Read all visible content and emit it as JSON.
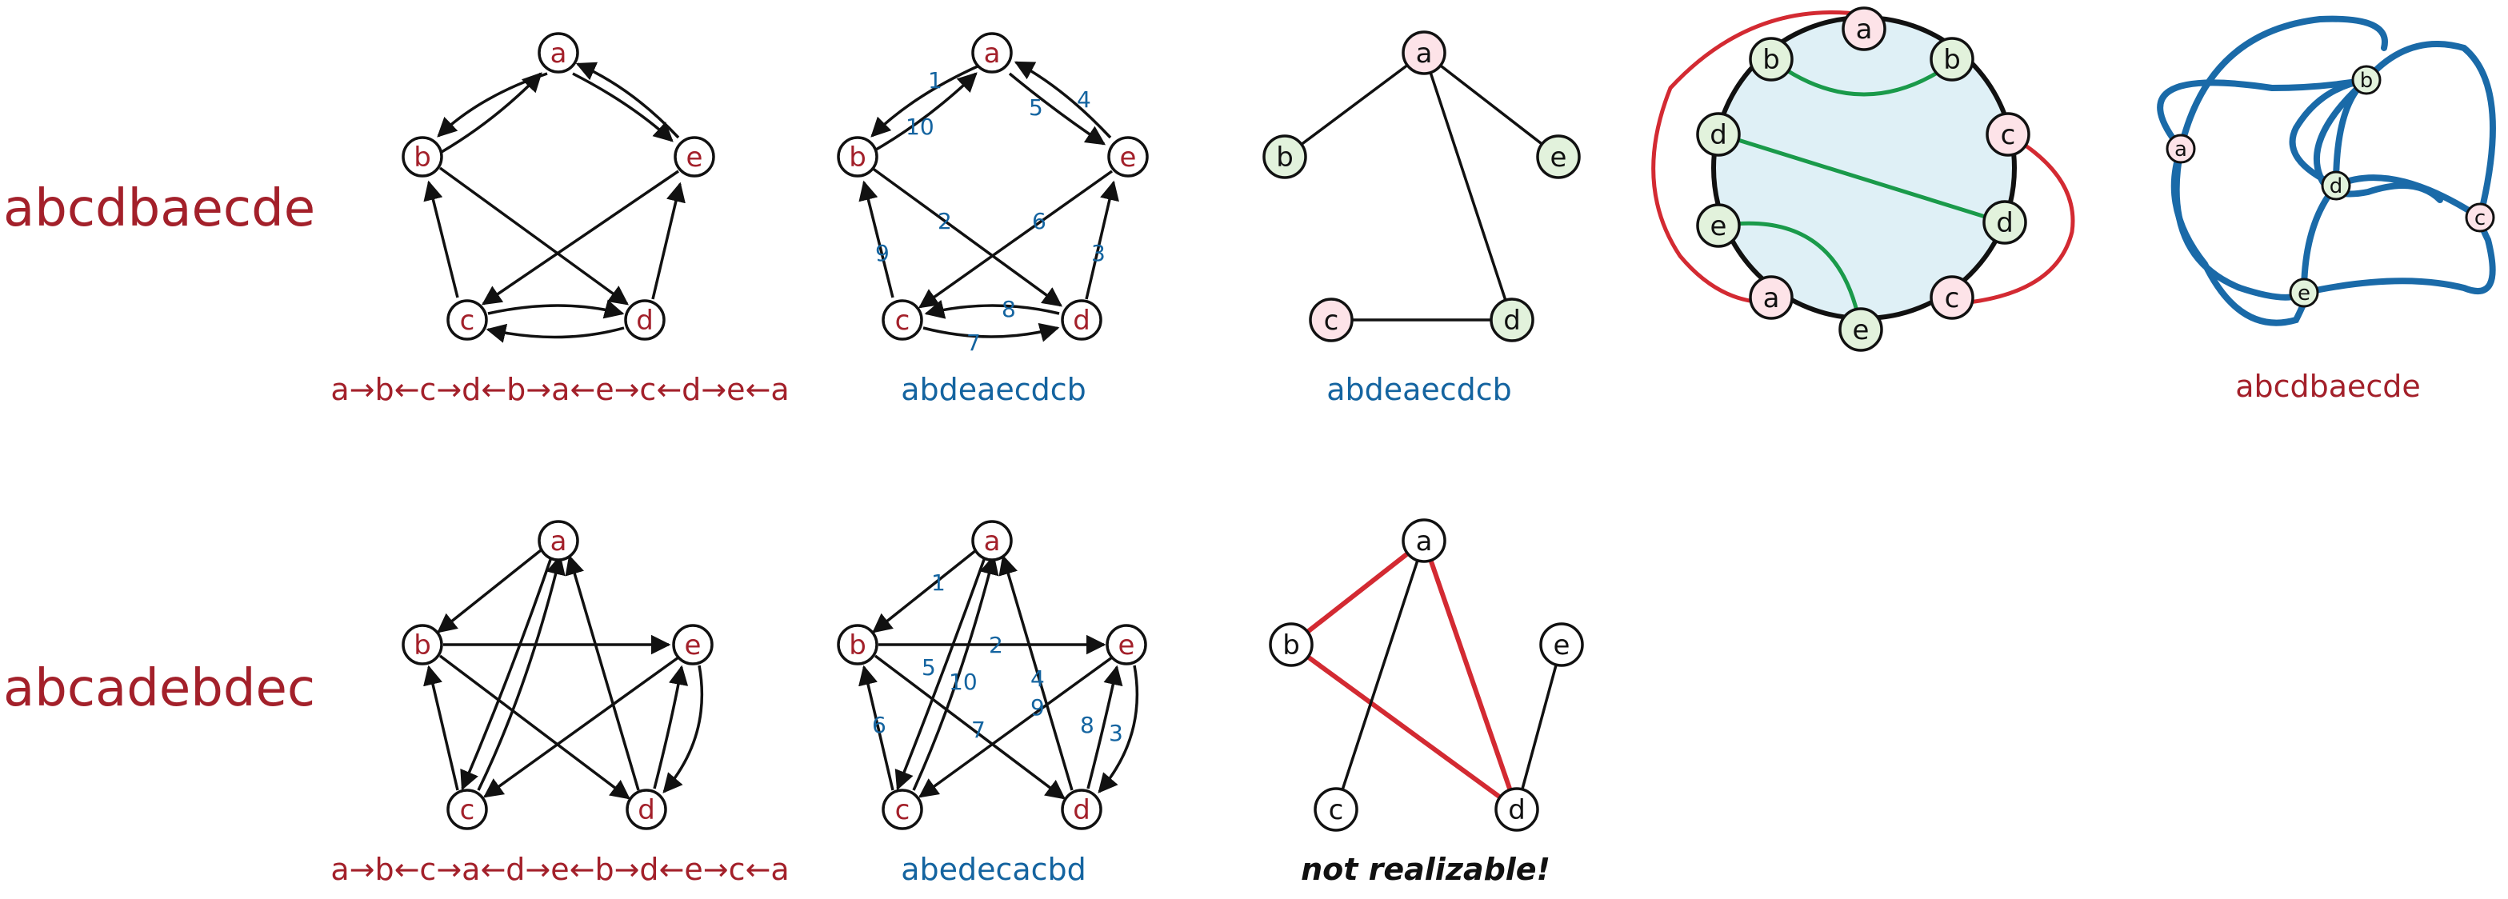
{
  "colors": {
    "red": "#a3202a",
    "blue": "#1464a0",
    "black": "#111111",
    "green": "#1a9a4a",
    "bright_red": "#d32a32",
    "node_pink": "#fde3e8",
    "node_green": "#e2f2dc",
    "disk_fill": "#dff0f6",
    "knot_blue": "#1a6aa8"
  },
  "row1": {
    "word": "abcdbaecde",
    "arrow_sequence": "a→b←c→d←b→a←e→c←d→e←a",
    "numbered_sequence": "abdeaecdcb",
    "tree_sequence": "abdeaecdcb",
    "knot_caption": "abcdbaecde"
  },
  "row2": {
    "word": "abcadebdec",
    "arrow_sequence": "a→b←c→a←d→e←b→d←e→c←a",
    "numbered_sequence": "abedecacbd",
    "caption": "not realizable!"
  },
  "graph1": {
    "nodes": {
      "a": "a",
      "b": "b",
      "c": "c",
      "d": "d",
      "e": "e"
    }
  },
  "graph2": {
    "edge_labels": [
      "1",
      "10",
      "5",
      "4",
      "2",
      "6",
      "9",
      "3",
      "8",
      "7"
    ]
  },
  "graph4": {
    "edge_labels": [
      "1",
      "2",
      "5",
      "10",
      "4",
      "9",
      "6",
      "7",
      "8",
      "3"
    ]
  },
  "chord_diagram": {
    "ring_labels": [
      "a",
      "b",
      "c",
      "d",
      "c",
      "e",
      "a",
      "e",
      "d",
      "b"
    ]
  },
  "knot": {
    "labels": [
      "a",
      "b",
      "c",
      "d",
      "e"
    ]
  }
}
